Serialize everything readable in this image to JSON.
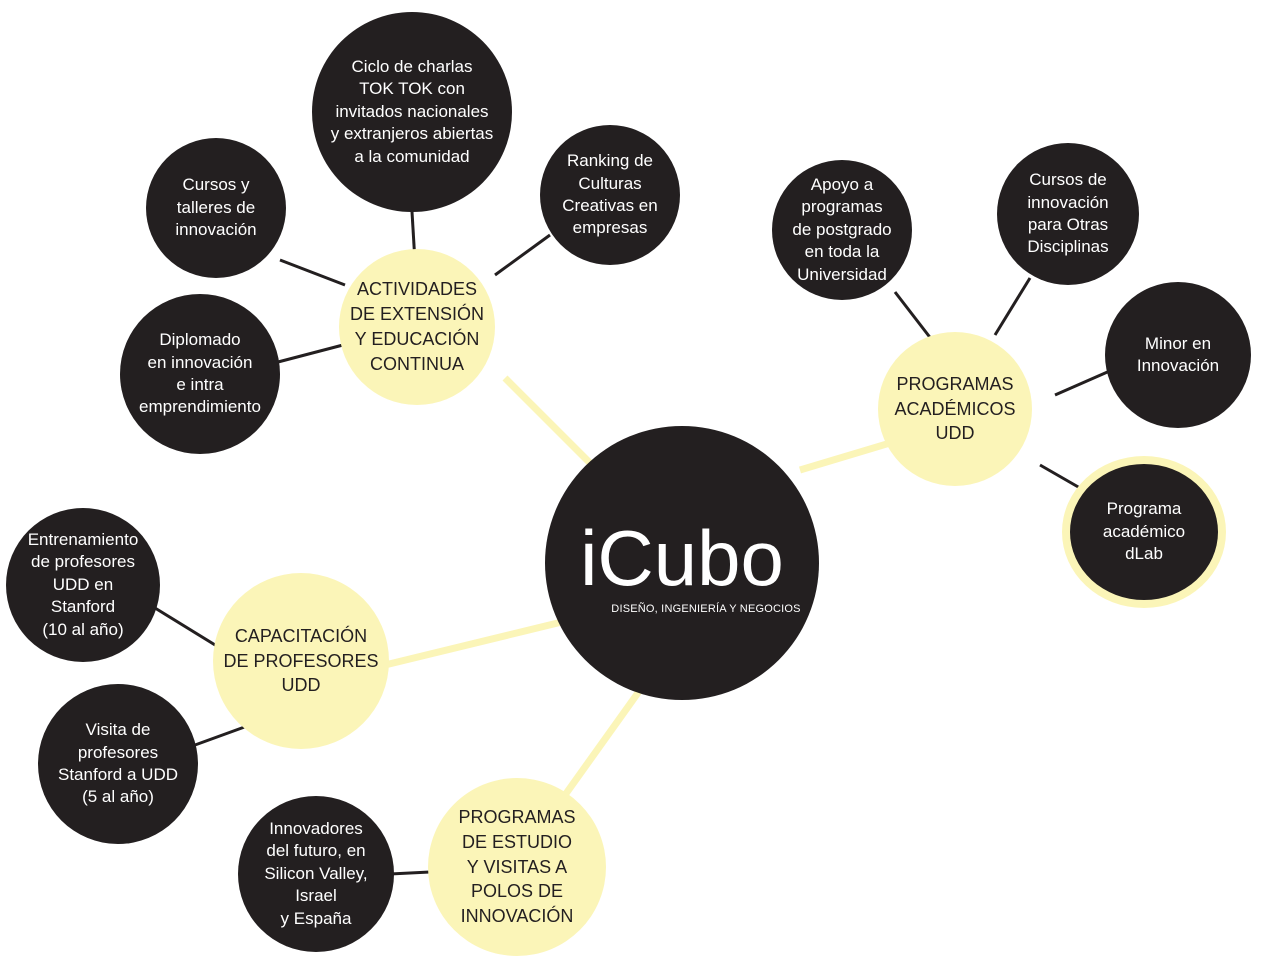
{
  "center": {
    "title": "iCubo",
    "subtitle": "DISEÑO, INGENIERÍA Y NEGOCIOS"
  },
  "hubs": {
    "extension": "ACTIVIDADES\nDE EXTENSIÓN\nY EDUCACIÓN\nCONTINUA",
    "academicos": "PROGRAMAS\nACADÉMICOS\nUDD",
    "capacitacion": "CAPACITACIÓN\nDE PROFESORES\nUDD",
    "estudio": "PROGRAMAS\nDE ESTUDIO\nY VISITAS A\nPOLOS DE\nINNOVACIÓN"
  },
  "leaves": {
    "charlas": "Ciclo de charlas\nTOK TOK con\ninvitados nacionales\ny extranjeros abiertas\na la comunidad",
    "cursos": "Cursos y\ntalleres de\ninnovación",
    "ranking": "Ranking de\nCulturas\nCreativas en\nempresas",
    "diplomado": "Diplomado\nen innovación\ne intra\nemprendimiento",
    "apoyo": "Apoyo a\nprogramas\nde postgrado\nen toda la\nUniversidad",
    "cursos_otras": "Cursos de\ninnovación\npara Otras\nDisciplinas",
    "minor": "Minor en\nInnovación",
    "dlab": "Programa\nacadémico\ndLab",
    "entrenamiento": "Entrenamiento\nde profesores\nUDD en\nStanford\n(10 al año)",
    "visita": "Visita de\nprofesores\nStanford a UDD\n(5 al año)",
    "innovadores": "Innovadores\ndel futuro, en\nSilicon Valley,\nIsrael\ny España"
  },
  "colors": {
    "dark": "#231f20",
    "yellow": "#fbf5b8",
    "line_dark": "#231f20",
    "line_yellow": "#fbf5b8"
  }
}
